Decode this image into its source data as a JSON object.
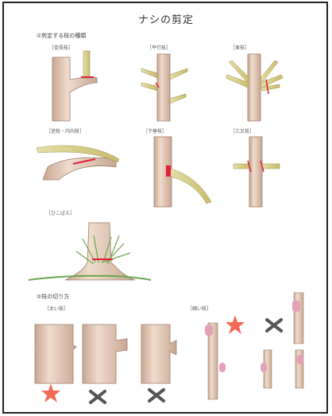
{
  "title": "ナシの剪定",
  "section1": {
    "heading": "①剪定する枝の種類",
    "labels": [
      "［徒長枝］",
      "［平行枝］",
      "［車枝］",
      "［逆枝・内向枝］",
      "［下垂枝］",
      "［三叉枝］",
      "［ひこばえ］"
    ]
  },
  "section2": {
    "heading": "②枝の切り方",
    "thick_label": "［太い枝］",
    "thin_label": "［細い枝］"
  },
  "colors": {
    "trunk": "#e9d2c2",
    "trunk_shade": "#c9a792",
    "branch": "#d8cf8a",
    "cut_mark": "#e0203a",
    "star": "#f26a55",
    "cross": "#555555",
    "bud": "#e4a0b6",
    "grass": "#6aa84f"
  }
}
